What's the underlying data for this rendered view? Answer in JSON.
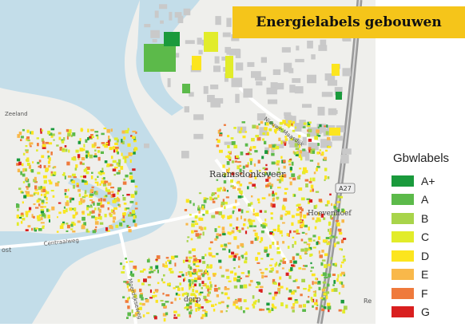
{
  "title": "Energielabels gebouwen",
  "map": {
    "place_label": "Raamsdonksveer",
    "district_label": "Hoevenhoef",
    "south_label": "dorp",
    "highway_shield": "A27",
    "road_labels": [
      "Centraalweg",
      "Moerdijkseweg",
      "Zeeland",
      "Nieuwe Maasdijk"
    ],
    "edge_text": [
      "ost",
      "Re"
    ],
    "colors": {
      "water": "#c3dde9",
      "land": "#efefec",
      "road": "#ffffff",
      "building": "#c9c9c9",
      "highway": "#9a9a9a"
    }
  },
  "legend": {
    "title": "Gbwlabels",
    "items": [
      {
        "label": "A+",
        "color": "#1a9a3c"
      },
      {
        "label": "A",
        "color": "#5cba4a"
      },
      {
        "label": "B",
        "color": "#a8d44a"
      },
      {
        "label": "C",
        "color": "#e2ec2a"
      },
      {
        "label": "D",
        "color": "#fce51e"
      },
      {
        "label": "E",
        "color": "#f9b84a"
      },
      {
        "label": "F",
        "color": "#ef7a3c"
      },
      {
        "label": "G",
        "color": "#d91f1f"
      }
    ]
  }
}
